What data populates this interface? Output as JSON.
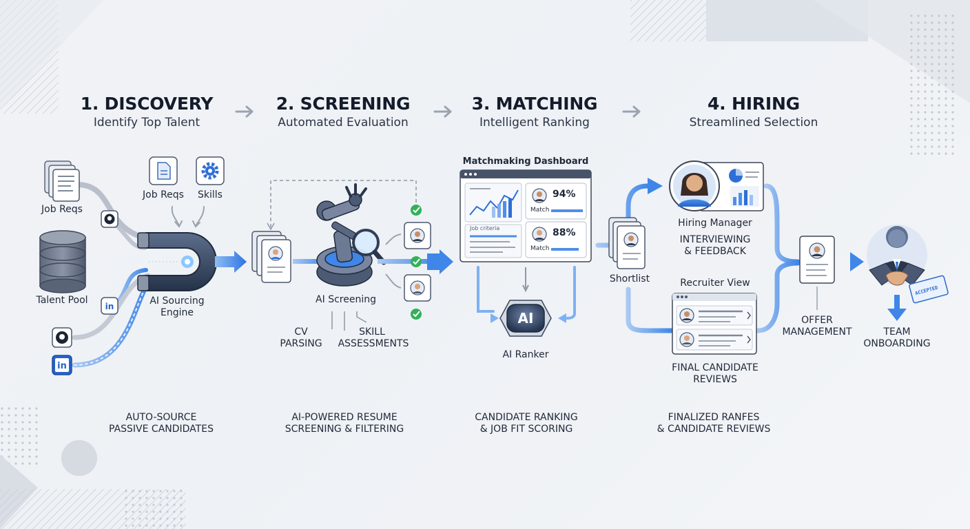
{
  "stages": [
    {
      "title": "1. DISCOVERY",
      "subtitle": "Identify Top Talent"
    },
    {
      "title": "2. SCREENING",
      "subtitle": "Automated Evaluation"
    },
    {
      "title": "3. MATCHING",
      "subtitle": "Intelligent Ranking"
    },
    {
      "title": "4. HIRING",
      "subtitle": "Streamlined Selection"
    }
  ],
  "discovery": {
    "job_reqs_left": "Job Reqs",
    "job_reqs_top": "Job Reqs",
    "skills": "Skills",
    "talent_pool": "Talent Pool",
    "engine_line1": "AI Sourcing",
    "engine_line2": "Engine",
    "caption_line1": "AUTO-SOURCE",
    "caption_line2": "PASSIVE CANDIDATES"
  },
  "screening": {
    "ai_screening": "AI Screening",
    "cv_line1": "CV",
    "cv_line2": "PARSING",
    "skill_line1": "SKILL",
    "skill_line2": "ASSESSMENTS",
    "caption_line1": "AI-POWERED RESUME",
    "caption_line2": "SCREENING & FILTERING"
  },
  "matching": {
    "dashboard_title": "Matchmaking Dashboard",
    "job_criteria": "Job criteria",
    "score1": "94%",
    "score2": "88%",
    "match1": "Match",
    "match2": "Match",
    "ai_badge": "AI",
    "ai_ranker": "AI Ranker",
    "caption_line1": "CANDIDATE RANKING",
    "caption_line2": "& JOB FIT SCORING"
  },
  "hiring": {
    "shortlist": "Shortlist",
    "hiring_manager": "Hiring Manager",
    "interviewing_line1": "INTERVIEWING",
    "interviewing_line2": "& FEEDBACK",
    "recruiter_view": "Recruiter View",
    "final_line1": "FINAL CANDIDATE",
    "final_line2": "REVIEWS",
    "offer_line1": "OFFER",
    "offer_line2": "MANAGEMENT",
    "team_line1": "TEAM",
    "team_line2": "ONBOARDING",
    "stamp_line1": "ACCEPTED",
    "caption_line1": "FINALIZED RANFES",
    "caption_line2": "& CANDIDATE REVIEWS"
  },
  "colors": {
    "flow_blue": "#3f86e8",
    "dark_navy": "#1c2536",
    "check_green": "#33b05a",
    "panel_bg": "#f7f9fc"
  }
}
